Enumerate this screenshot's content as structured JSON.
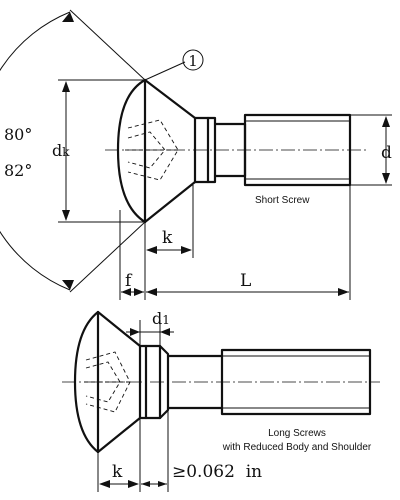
{
  "callout": "1",
  "angles": {
    "max": "80°",
    "min": "82°"
  },
  "top_view": {
    "dk_main": "d",
    "dk_sub": "k",
    "d": "d",
    "k": "k",
    "f": "f",
    "L": "L",
    "caption": "Short Screw"
  },
  "bottom_view": {
    "d1_main": "d",
    "d1_sub": "1",
    "k": "k",
    "shoulder_length": "≥0.062  in",
    "caption_line1": "Long Screws",
    "caption_line2": "with Reduced Body and Shoulder"
  }
}
